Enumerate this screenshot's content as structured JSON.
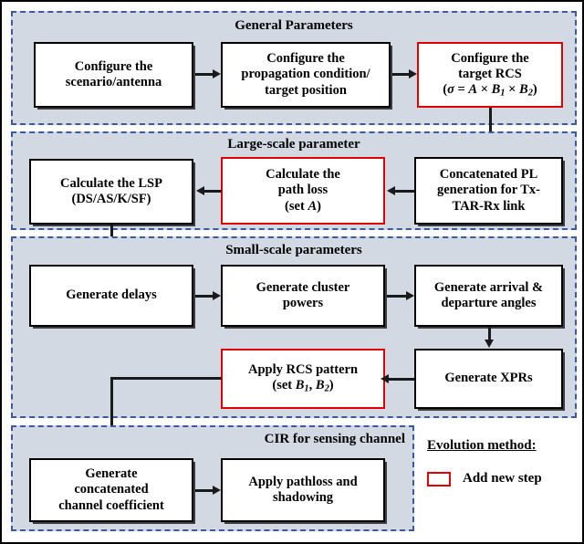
{
  "figure": {
    "background_color": "#ffffff",
    "panel_fill": "#d2d9e3",
    "panel_border_color": "#3b5a9a",
    "box_border_color": "#000000",
    "highlight_color": "#e00000"
  },
  "sections": [
    {
      "id": "general-parameters",
      "title": "General Parameters",
      "boxes": [
        {
          "id": "configure-scenario-antenna",
          "lines": [
            "Configure the",
            "scenario/antenna"
          ],
          "highlight": false
        },
        {
          "id": "configure-propagation-condition",
          "lines": [
            "Configure the",
            "propagation condition/",
            "target position"
          ],
          "highlight": false
        },
        {
          "id": "configure-target-rcs",
          "lines": [
            "Configure the",
            "target RCS"
          ],
          "formula": "(σ = A × B₁ × B₂)",
          "highlight": true
        }
      ]
    },
    {
      "id": "large-scale-parameter",
      "title": "Large-scale parameter",
      "boxes": [
        {
          "id": "calculate-lsp",
          "lines": [
            "Calculate the LSP",
            "(DS/AS/K/SF)"
          ],
          "highlight": false
        },
        {
          "id": "calculate-path-loss",
          "lines": [
            "Calculate the",
            "path loss"
          ],
          "formula": "(set A)",
          "highlight": true
        },
        {
          "id": "concatenated-pl-generation",
          "lines": [
            "Concatenated  PL",
            "generation for Tx-",
            "TAR-Rx link"
          ],
          "highlight": false
        }
      ]
    },
    {
      "id": "small-scale-parameters",
      "title": "Small-scale parameters",
      "boxes": [
        {
          "id": "generate-delays",
          "lines": [
            "Generate delays"
          ],
          "highlight": false
        },
        {
          "id": "generate-cluster-powers",
          "lines": [
            "Generate cluster",
            "powers"
          ],
          "highlight": false
        },
        {
          "id": "generate-arrival-departure-angles",
          "lines": [
            "Generate arrival &",
            "departure angles"
          ],
          "highlight": false
        },
        {
          "id": "apply-rcs-pattern",
          "lines": [
            "Apply RCS pattern"
          ],
          "formula": "(set B₁, B₂)",
          "highlight": true
        },
        {
          "id": "generate-xprs",
          "lines": [
            "Generate XPRs"
          ],
          "highlight": false
        }
      ]
    },
    {
      "id": "cir-for-sensing-channel",
      "title": "CIR for sensing channel",
      "boxes": [
        {
          "id": "generate-concatenated-channel-coefficient",
          "lines": [
            "Generate",
            "concatenated",
            "channel coefficient"
          ],
          "highlight": false
        },
        {
          "id": "apply-pathloss-and-shadowing",
          "lines": [
            "Apply pathloss and",
            "shadowing"
          ],
          "highlight": false
        }
      ]
    }
  ],
  "legend": {
    "title": "Evolution method:",
    "items": [
      {
        "id": "add-new-step",
        "label": "Add new step",
        "swatch_color": "#e00000"
      }
    ]
  },
  "labels": {
    "s1_title": "General Parameters",
    "s1_b1_l1": "Configure the",
    "s1_b1_l2": "scenario/antenna",
    "s1_b2_l1": "Configure the",
    "s1_b2_l2": "propagation condition/",
    "s1_b3_l3": "target position",
    "s1_b3_l1": "Configure the",
    "s1_b3_l2": "target RCS",
    "s2_title": "Large-scale parameter",
    "s2_b1_l1": "Calculate the LSP",
    "s2_b1_l2": "(DS/AS/K/SF)",
    "s2_b2_l1": "Calculate the",
    "s2_b2_l2": "path loss",
    "s2_b3_l1": "Concatenated  PL",
    "s2_b3_l2": "generation for Tx-",
    "s2_b3_l3": "TAR-Rx link",
    "s3_title": "Small-scale parameters",
    "s3_b1_l1": "Generate delays",
    "s3_b2_l1": "Generate cluster",
    "s3_b2_l2": "powers",
    "s3_b3_l1": "Generate arrival &",
    "s3_b3_l2": "departure angles",
    "s3_b4_l1": "Apply RCS pattern",
    "s3_b5_l1": "Generate XPRs",
    "s4_title": "CIR for sensing channel",
    "s4_b1_l1": "Generate",
    "s4_b1_l2": "concatenated",
    "s4_b1_l3": "channel coefficient",
    "s4_b2_l1": "Apply pathloss and",
    "s4_b2_l2": "shadowing",
    "legend_title": "Evolution method:",
    "legend_item_1": "Add new step",
    "sigma": "σ",
    "eq": "=",
    "times": "×",
    "A": "A",
    "B": "B",
    "one": "1",
    "two": "2",
    "lparen": "(",
    "rparen": ")",
    "set": "set",
    "comma": ","
  }
}
